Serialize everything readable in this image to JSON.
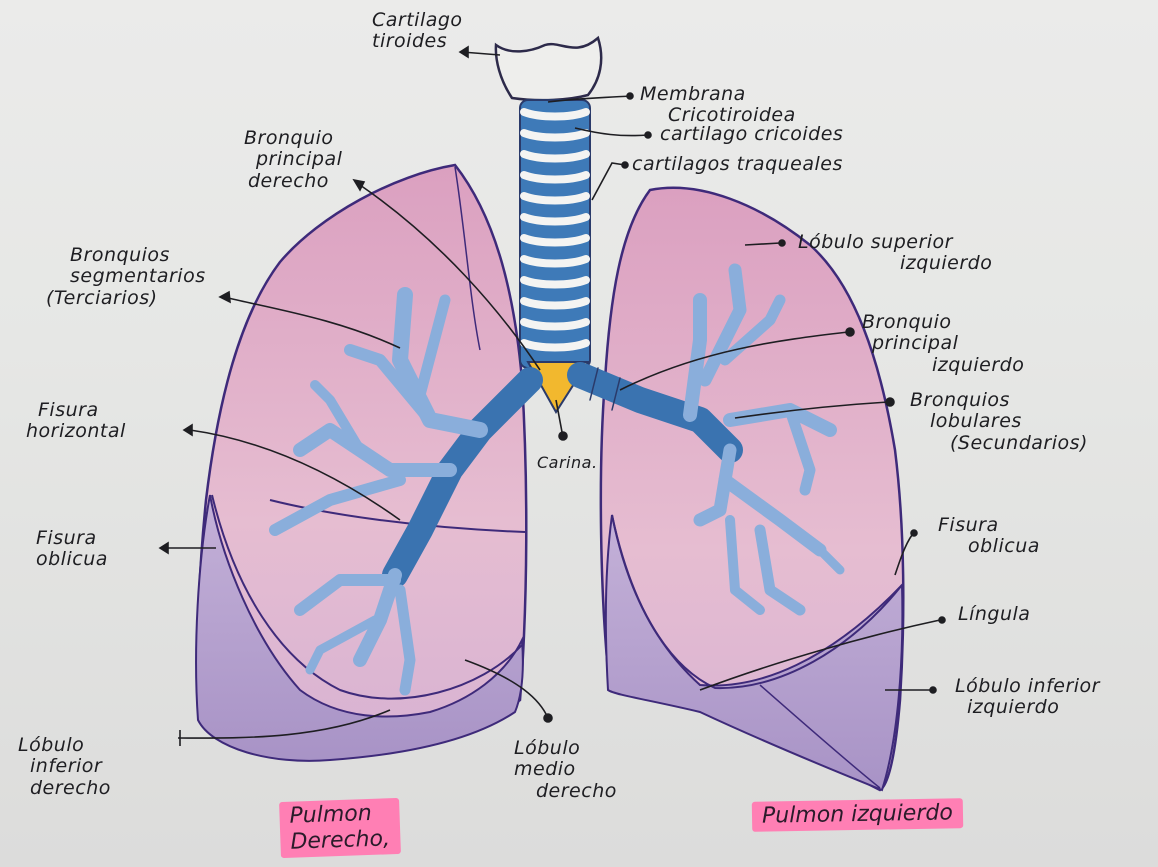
{
  "labels": {
    "cartilago_tiroides": [
      "Cartilago",
      "tiroides"
    ],
    "membrana": [
      "Membrana",
      "Cricotiroidea"
    ],
    "cricoides": [
      "cartilago cricoides"
    ],
    "traqueales": [
      "cartilagos traqueales"
    ],
    "bronquio_derecho": [
      "Bronquio",
      "principal",
      "derecho"
    ],
    "bronquios_segmentarios": [
      "Bronquios",
      "segmentarios",
      "(Terciarios)"
    ],
    "fisura_horizontal": [
      "Fisura",
      "horizontal"
    ],
    "fisura_oblicua_der": [
      "Fisura",
      "oblicua"
    ],
    "lobulo_inferior_der": [
      "Lóbulo",
      "inferior",
      "derecho"
    ],
    "lobulo_medio_der": [
      "Lóbulo",
      "medio",
      "derecho"
    ],
    "carina": [
      "Carina."
    ],
    "lobulo_superior_izq": [
      "Lóbulo superior",
      "izquierdo"
    ],
    "bronquio_izquierdo": [
      "Bronquio",
      "principal",
      "izquierdo"
    ],
    "bronquios_lobulares": [
      "Bronquios",
      "lobulares",
      "(Secundarios)"
    ],
    "fisura_oblicua_izq": [
      "Fisura",
      "oblicua"
    ],
    "lingula": [
      "Língula"
    ],
    "lobulo_inferior_izq": [
      "Lóbulo inferior",
      "izquierdo"
    ]
  },
  "titles": {
    "pulmon_derecho": [
      "Pulmon",
      "Derecho,"
    ],
    "pulmon_izquierdo": [
      "Pulmon izquierdo"
    ]
  },
  "colors": {
    "paper": "#e8e9e7",
    "lung_pink": "#e4b5cc",
    "lung_purple": "#b9a5cf",
    "outline": "#3e2a7a",
    "bronchi_dark": "#3d79b6",
    "bronchi_light": "#8bb0db",
    "carina_yellow": "#f2b82e",
    "highlighter": "#ff7fb4"
  }
}
